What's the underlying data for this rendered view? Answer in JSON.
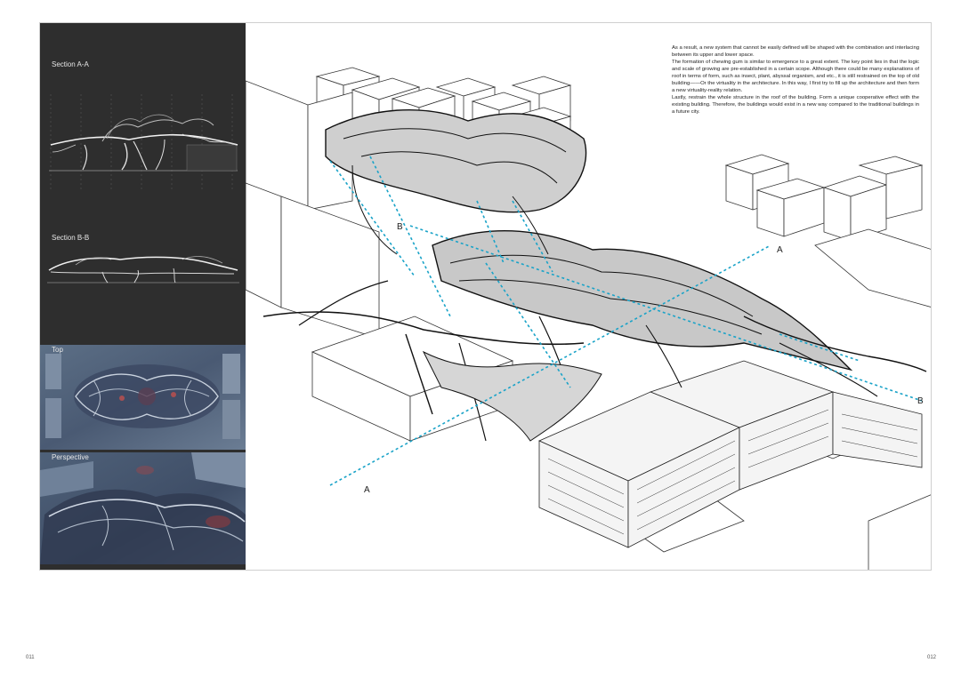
{
  "left_panel": {
    "section_a_label": "Section A-A",
    "section_b_label": "Section B-B",
    "top_label": "Top",
    "perspective_label": "Perspective"
  },
  "text_block": {
    "paragraphs": [
      "As a result, a new system that cannot be easily defined will be shaped with the combination and interlacing between its upper and lower space.",
      "The formation of chewing gum is similar to emergence to a great extent. The key point lies in that the logic and scale of growing are pre-established in a certain scope. Although there could be many explanations of roof in terms of form, such as insect, plant, abyssal organism, and etc., it is still restrained on the top of old building——Or the virtuality in the architecture. In this way, I first try to fill up the architecture and then form a new virtuality-reality relation.",
      "Lastly, restrain the whole structure in the roof of the building. Form a unique cooperative effect with the existing building. Therefore, the buildings would exist in a new way compared to the traditional buildings in a future city."
    ]
  },
  "drawing": {
    "markers": {
      "a_top": "A",
      "a_bottom": "A",
      "b_left": "B",
      "b_right": "B"
    },
    "cut_line_color": "#1aa3c8"
  },
  "page_numbers": {
    "left": "011",
    "right": "012"
  }
}
